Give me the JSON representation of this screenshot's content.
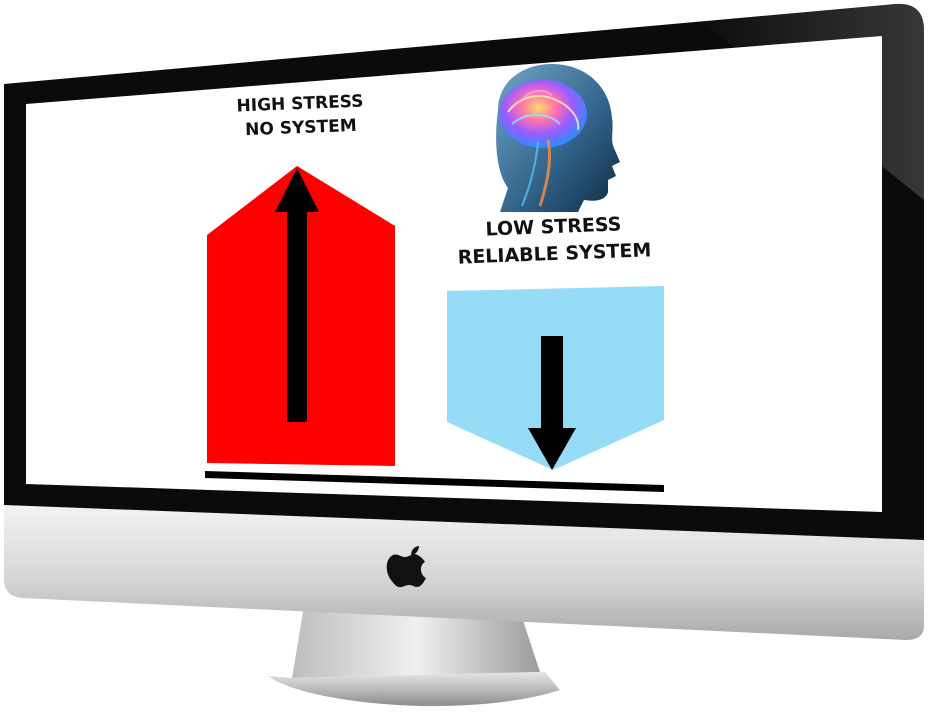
{
  "screen": {
    "high_stress": {
      "line1": "HIGH STRESS",
      "line2": "NO SYSTEM",
      "color": "#ff0000"
    },
    "low_stress": {
      "line1": "LOW STRESS",
      "line2": "RELIABLE SYSTEM",
      "color": "#97dcf6"
    }
  },
  "monitor": {
    "bezel_color": "#0b0b0b",
    "chin_color": "#d9d9d9",
    "logo_icon": "apple-logo-icon",
    "brain_image": "brain-head-icon"
  }
}
